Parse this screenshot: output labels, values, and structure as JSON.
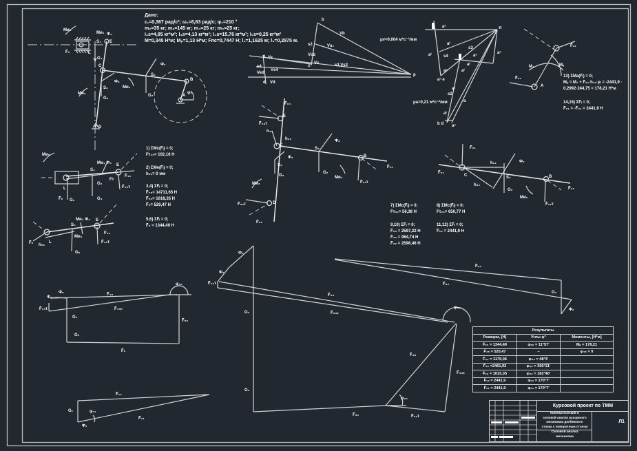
{
  "drawing": {
    "title": "Курсовой проект по ТММ",
    "sheet": "Л1",
    "description_lines": [
      "Кинематический и",
      "силовой анализ рычажного",
      "механизма долбежного",
      "станка с поворотным столом"
    ],
    "subtitle_lines": [
      "Силовой анализ",
      "механизма"
    ],
    "colors": {
      "background": "#212830",
      "lines": "#d6d6d6",
      "text": "#ffffff"
    }
  },
  "given": {
    "heading": "Дано:",
    "lines": [
      "ε₁=0,367 рад/с²; ω₁=6,83 рад/с; φ₁=210 °",
      "m₂=35 кг; m₃=145 кг; m₄=25 кг; m₅=25 кг;",
      "I₂s=4,85 кг*м²; I₃s=4,13 кг*м²; I₄s=15,76 кг*м²; I₅s=0,25 кг*м²",
      "M=0,345 Н*м; Mₚ=1,13 Н*м; Fпс=0,7447 Н; l₁=1,1625 м; l₃=0,2975 м."
    ]
  },
  "scales": {
    "velocity": "μv=0,004 м*с⁻¹/мм",
    "acceleration": "μa=0,21 м*с⁻²/мм"
  },
  "mechanism_labels": {
    "points": [
      "L",
      "E",
      "C",
      "D",
      "A",
      "B",
      "S₂",
      "S₃",
      "S₄",
      "S₅"
    ],
    "forces": [
      "F₅",
      "G₅",
      "Φ₃",
      "G₃",
      "Φ₂",
      "G₂",
      "Mи₃",
      "Mи₂",
      "Mи₄",
      "Φ₅"
    ],
    "angle": "φ₁"
  },
  "velocity_plan": {
    "labels": [
      "p",
      "b",
      "c",
      "d",
      "e",
      "s₂",
      "s₃",
      "s₄",
      "Vb",
      "Vcb",
      "Vc",
      "Ved",
      "Vd",
      "Ve",
      "Vs₂",
      "Vs₄",
      "VEF"
    ]
  },
  "acceleration_plan": {
    "labels": [
      "π",
      "b",
      "c",
      "d",
      "e",
      "s₂",
      "s₃",
      "s₄",
      "an",
      "aτ",
      "a4τ",
      "a³τ",
      "a⁴n"
    ]
  },
  "equations_group_1": [
    {
      "eq": "1) ΣMc(F̄ᵢ) = 0;",
      "res": "Fτ₄₅= 102,16 Н"
    },
    {
      "eq": "2) ΣMe(F̄ᵢ) = 0;",
      "res": "h₅₆= 0 мм"
    },
    {
      "eq": "3,4) ΣF̄ᵢ = 0;",
      "res_lines": [
        "F̄₄₅= 14711,65 Н",
        "F̄₅₆= 1618,35 Н",
        "F̄₆= 520,47 Н"
      ]
    },
    {
      "eq": "5,6) ΣF̄ᵢ = 0;",
      "res": "F̄₃ = 1344,49 Н"
    }
  ],
  "equations_group_2": [
    {
      "eq": "7) ΣMc(F̄ᵢ) = 0;",
      "res": "Fτ₃₀= 56,38 Н"
    },
    {
      "eq": "8) ΣMc(F̄ᵢ) = 0;",
      "res": "Fτ₂₃= 650,77 Н"
    },
    {
      "eq": "9,10) ΣF̄ᵢ = 0;",
      "res_lines": [
        "F̄₂₃ = 2597,22 Н",
        "F̄₃₀ = 964,74 Н",
        "F̄₃₂ = 2596,46 Н"
      ]
    },
    {
      "eq": "11,12) ΣF̄ᵢ = 0;",
      "res": "F̄₁₂ = 2441,9 Н"
    }
  ],
  "equations_group_3": [
    {
      "eq": "13) ΣMa(F̄ᵢ) = 0;",
      "res_lines": [
        "Mᵤ = M₁ + F̄₂₁·h₂₁·μₗ = -2441,9 ·",
        "0,2992·244,75 = 178,21 Н*м"
      ]
    },
    {
      "eq": "14,15) ΣF̄ᵢ = 0;",
      "res": "F̄₀₁ = -F̄₂₁ = 2441,9 Н"
    }
  ],
  "force_polygons": {
    "p1_labels": [
      "Φ₅",
      "F₅",
      "Fи₅τ",
      "F̄₄₅",
      "G₅",
      "F₆",
      "F₅₆",
      "G₄",
      "Φ₄",
      "φ₄₅"
    ],
    "p2_labels": [
      "Φ₃",
      "G₃",
      "F̄₂₃τ",
      "F̄₃₂",
      "F̄₄₃",
      "G₂",
      "F̄₃₀",
      "F̄₃ₐ",
      "F̄₃ₙ",
      "φ₃₂",
      "φ₃₀"
    ],
    "p3_labels": [
      "F̄₁₂",
      "F̄₃₂",
      "G₂",
      "Φ₂"
    ],
    "p4_labels": [
      "F̄₂₁",
      "F̄₀₁",
      "G₁",
      "Φ₁",
      "φ₀₁"
    ]
  },
  "results": {
    "title": "Результаты",
    "headers": [
      "Реакции, [Н]",
      "Углы φ°",
      "Моменты, [Н*м]"
    ],
    "rows": [
      [
        "F̄₅₆ = 1344,49",
        "φ₅₆ = 11°57'",
        "Mᵤ = 178,21"
      ],
      [
        "F̄₄₅ = 520,47",
        "–",
        "φ₄₅ = 0"
      ],
      [
        "F̄₃₄ = 1179,06",
        "φ₃₄ = 48°3'",
        ""
      ],
      [
        "F̄₃₀ =2461,92",
        "φ₃₀ = 356°21'",
        ""
      ],
      [
        "F̄₂₃ = 1615,35",
        "φ₂₃ = 182°40'",
        ""
      ],
      [
        "F̄₁₂ = 2441,9",
        "φ₁₂ = 170°7'",
        ""
      ],
      [
        "F̄₀₁ = 2441,9",
        "φ₀₁ = 170°7'",
        ""
      ]
    ]
  }
}
